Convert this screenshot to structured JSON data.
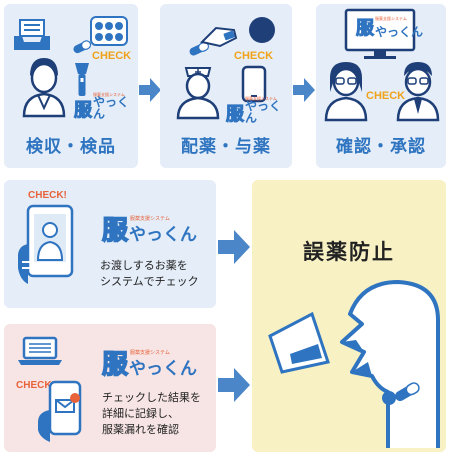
{
  "steps": [
    {
      "label": "検収・検品",
      "check": "CHECK"
    },
    {
      "label": "配薬・与薬",
      "check": "CHECK"
    },
    {
      "label": "確認・承認",
      "check": "CHECK"
    }
  ],
  "logo": {
    "kanji": "服",
    "kana": "やっくん",
    "tag": "服薬支援システム"
  },
  "card_check": {
    "check": "CHECK!",
    "desc_line1": "お渡しするお薬を",
    "desc_line2": "システムでチェック"
  },
  "card_record": {
    "check": "CHECK!",
    "desc_line1": "チェックした結果を",
    "desc_line2": "詳細に記録し、",
    "desc_line3": "服薬漏れを確認"
  },
  "outcome": {
    "title": "誤薬防止"
  },
  "colors": {
    "accent_blue": "#2f74c0",
    "arrow_blue": "#4a86c8",
    "check_orange": "#f0a21a",
    "panel_blue": "#e4edf8",
    "panel_yellow": "#f7f1c4",
    "panel_pink": "#f7e4e4"
  },
  "icons": [
    "document-tray-icon",
    "pill-blister-icon",
    "pill-capsule-icon",
    "flashlight-icon",
    "pharmacist-icon",
    "nurse-icon",
    "smartphone-icon",
    "patient-taking-pill-icon",
    "monitor-icon",
    "staff-pair-icon",
    "arrow-right-icon",
    "tablet-photo-icon",
    "laptop-icon",
    "mail-phone-icon",
    "face-swallowing-icon",
    "cup-icon"
  ]
}
